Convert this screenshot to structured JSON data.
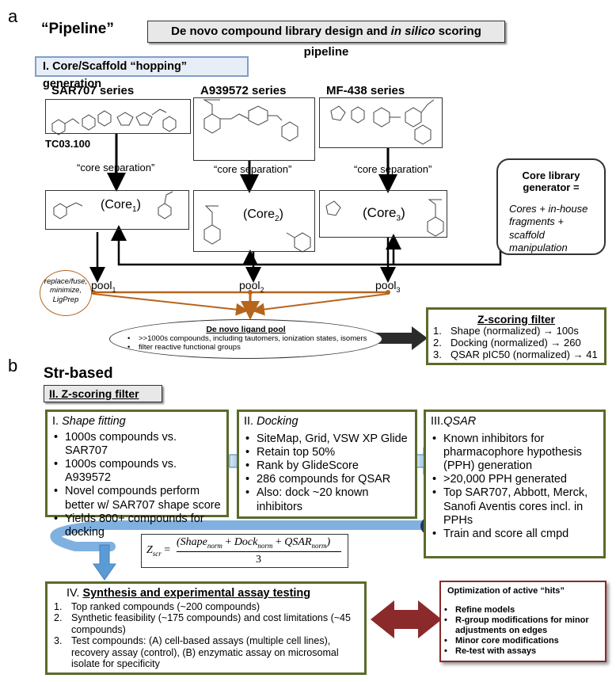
{
  "panel_a": {
    "letter": "a",
    "pipeline_label": "“Pipeline”",
    "title_pre": "De novo compound library design and ",
    "title_em": "in silico",
    "title_post": " scoring pipeline",
    "section1": "I. Core/Scaffold “hopping” generation",
    "series": [
      "SAR707 series",
      "A939572 series",
      "MF-438 series"
    ],
    "tc_label": "TC03.100",
    "core_sep": "“core separation”",
    "cores": [
      {
        "pre": "(Core",
        "sub": "1",
        "post": ")"
      },
      {
        "pre": "(Core",
        "sub": "2",
        "post": ")"
      },
      {
        "pre": "(Core",
        "sub": "3",
        "post": ")"
      }
    ],
    "core_gen": {
      "title": "Core library generator =",
      "body_lines": [
        "Cores + in-house",
        "fragments +",
        "scaffold",
        "manipulation"
      ]
    },
    "pools": [
      {
        "pre": "pool",
        "sub": "1"
      },
      {
        "pre": "pool",
        "sub": "2"
      },
      {
        "pre": "pool",
        "sub": "3"
      }
    ],
    "replace_lines": [
      "replace/fuse,",
      "minimize,",
      "LigPrep"
    ],
    "ligand_pool": {
      "title": "De novo ligand pool",
      "items": [
        ">>1000s compounds, including tautomers, ionization states, isomers",
        "filter reactive functional groups"
      ]
    },
    "zfilter": {
      "title": "Z-scoring filter",
      "items": [
        {
          "num": "1.",
          "text": "Shape (normalized) → 100s"
        },
        {
          "num": "2.",
          "text": "Docking (normalized) → 260"
        },
        {
          "num": "3.",
          "text": "QSAR pIC50 (normalized) → 41"
        }
      ]
    }
  },
  "panel_b": {
    "letter": "b",
    "strbased": "Str-based",
    "section2": "II. Z-scoring filter",
    "shape": {
      "title_num": "I. ",
      "title": "Shape fitting",
      "items": [
        "1000s compounds vs. SAR707",
        "1000s compounds vs. A939572",
        "Novel compounds perform better w/ SAR707 shape score",
        "Yields 800+ compounds for docking"
      ]
    },
    "docking": {
      "title_num": "II. ",
      "title": "Docking",
      "items": [
        "SiteMap, Grid, VSW XP Glide",
        "Retain top 50%",
        "Rank by GlideScore",
        "286 compounds for QSAR",
        "Also: dock ~20 known inhibitors"
      ]
    },
    "qsar": {
      "title_num": "III.",
      "title": "QSAR",
      "items": [
        "Known inhibitors for pharmacophore hypothesis (PPH) generation",
        ">20,000 PPH generated",
        "Top SAR707, Abbott, Merck, Sanofi Aventis cores incl. in PPHs",
        "Train and score all cmpd"
      ]
    },
    "formula": {
      "lhs": "Z",
      "lhs_sub": "scr",
      "eq": "=",
      "t1": "Shape",
      "t1_sub": "norm",
      "plus1": " + ",
      "t2": "Dock",
      "t2_sub": "norm",
      "plus2": " + ",
      "t3": "QSAR",
      "t3_sub": "norm",
      "denom": "3"
    },
    "synthesis": {
      "title_num": "IV. ",
      "title": "Synthesis and experimental assay testing",
      "items": [
        {
          "num": "1.",
          "text": "Top ranked compounds (~200 compounds)"
        },
        {
          "num": "2.",
          "text": "Synthetic feasibility (~175 compounds) and cost limitations (~45 compounds)"
        },
        {
          "num": "3.",
          "text": "Test compounds: (A) cell-based assays (multiple cell lines), recovery assay (control), (B) enzymatic assay on microsomal isolate for specificity"
        }
      ]
    },
    "optimization": {
      "title": "Optimization of active “hits”",
      "items": [
        "Refine models",
        "R-group modifications for minor adjustments on edges",
        "Minor core modifications",
        "Re-test with assays"
      ]
    }
  },
  "colors": {
    "green_border": "#5a6b2a",
    "orange": "#b5651d",
    "blue_arrow": "#5b9bd5",
    "maroon_arrow": "#8b2a2a",
    "navy_dot": "#1f3864",
    "blue_border": "#7f9fc9"
  }
}
